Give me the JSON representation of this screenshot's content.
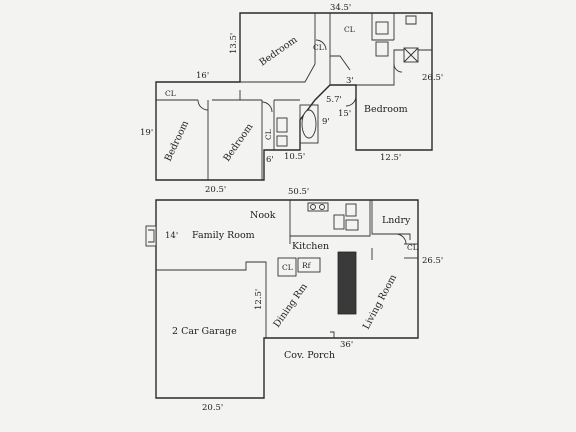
{
  "upper_floor": {
    "rooms": {
      "bedroom_top": "Bedroom",
      "bedroom_right": "Bedroom",
      "bedroom_left": "Bedroom",
      "bedroom_mid": "Bedroom",
      "closet_top": "CL",
      "closet_top2": "CL",
      "closet_left": "CL",
      "closet_hall": "CL"
    },
    "dimensions": {
      "top_width": "34.5'",
      "top_bedroom_depth": "13.5'",
      "left_width": "16'",
      "right_depth": "26.5'",
      "hall_3": "3'",
      "hall_57": "5.7'",
      "hall_9": "9'",
      "right_bed_15": "15'",
      "left_depth": "19'",
      "bath_6": "6'",
      "bath_105": "10.5'",
      "right_bed_width": "12.5'",
      "bottom_width": "20.5'"
    }
  },
  "main_floor": {
    "rooms": {
      "nook": "Nook",
      "laundry": "Lndry",
      "family_room": "Family Room",
      "kitchen": "Kitchen",
      "closet_right": "CL",
      "closet_dining": "CL",
      "refrigerator": "Rf",
      "dining_room": "Dining Rm",
      "living_room": "Living Room",
      "garage": "2 Car Garage",
      "porch": "Cov. Porch"
    },
    "dimensions": {
      "top_width": "50.5'",
      "family_depth": "14'",
      "right_depth": "26.5'",
      "garage_depth": "12.5'",
      "porch_width": "36'",
      "garage_width": "20.5'"
    }
  }
}
